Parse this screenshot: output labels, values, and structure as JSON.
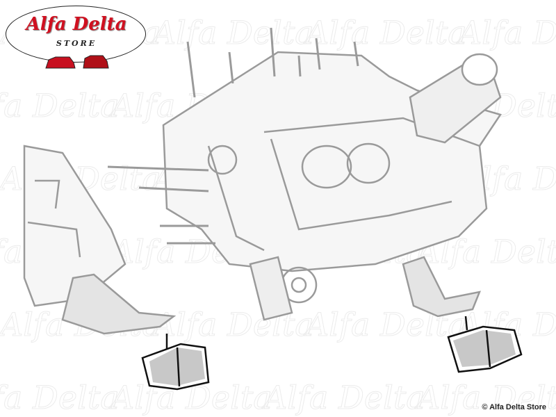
{
  "logo": {
    "title": "Alfa Delta",
    "subtitle": "STORE"
  },
  "watermark": "Alfa Delta",
  "copyright": "© Alfa Delta Store"
}
